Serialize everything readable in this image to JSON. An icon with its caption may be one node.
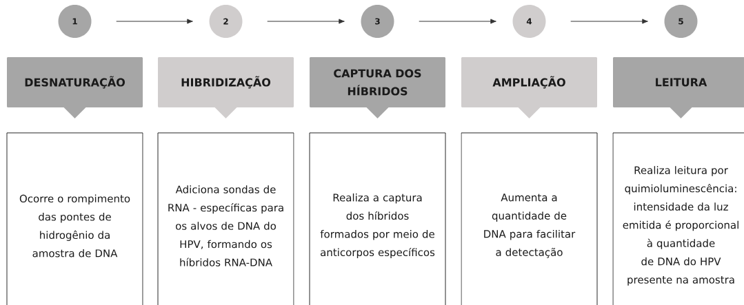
{
  "diagram": {
    "nodes": [
      {
        "text": [
          "1"
        ]
      },
      {
        "text": [
          "2"
        ]
      },
      {
        "text": [
          "3"
        ]
      },
      {
        "text": [
          "4"
        ]
      },
      {
        "text": [
          "5"
        ]
      },
      {
        "text": [
          "DESNATURAÇÃO"
        ]
      },
      {
        "text": [
          "HIBRIDIZAÇÃO"
        ]
      },
      {
        "text": [
          "CAPTURA DOS HÍBRIDOS"
        ]
      },
      {
        "text": [
          "AMPLIAÇÃO"
        ]
      },
      {
        "text": [
          "LEITURA"
        ]
      },
      {
        "text": [
          "Ocorre o rompimento das pontes de hidrogênio da amostra de DNA"
        ]
      },
      {
        "text": [
          "Adiciona sondas de RNA - específicas para os alvos de DNA do HPV, formando os híbridos RNA-DNA"
        ]
      },
      {
        "text": [
          "Realiza a captura dos híbridos formados por meio de anticorpos específicos"
        ]
      },
      {
        "text": [
          "Aumenta a quantidade de DNA para facilitar a detectação"
        ]
      },
      {
        "text": [
          "Realiza leitura por quimioluminescência: intensidade da luz emitida é proporcional à quantidade de DNA do HPV presente na amostra"
        ]
      }
    ],
    "edges": [
      {
        "from": 0,
        "to": 1,
        "arrow": "to"
      },
      {
        "from": 1,
        "to": 2,
        "arrow": "to"
      },
      {
        "from": 2,
        "to": 3,
        "arrow": "to"
      },
      {
        "from": 3,
        "to": 4,
        "arrow": "to"
      }
    ]
  }
}
